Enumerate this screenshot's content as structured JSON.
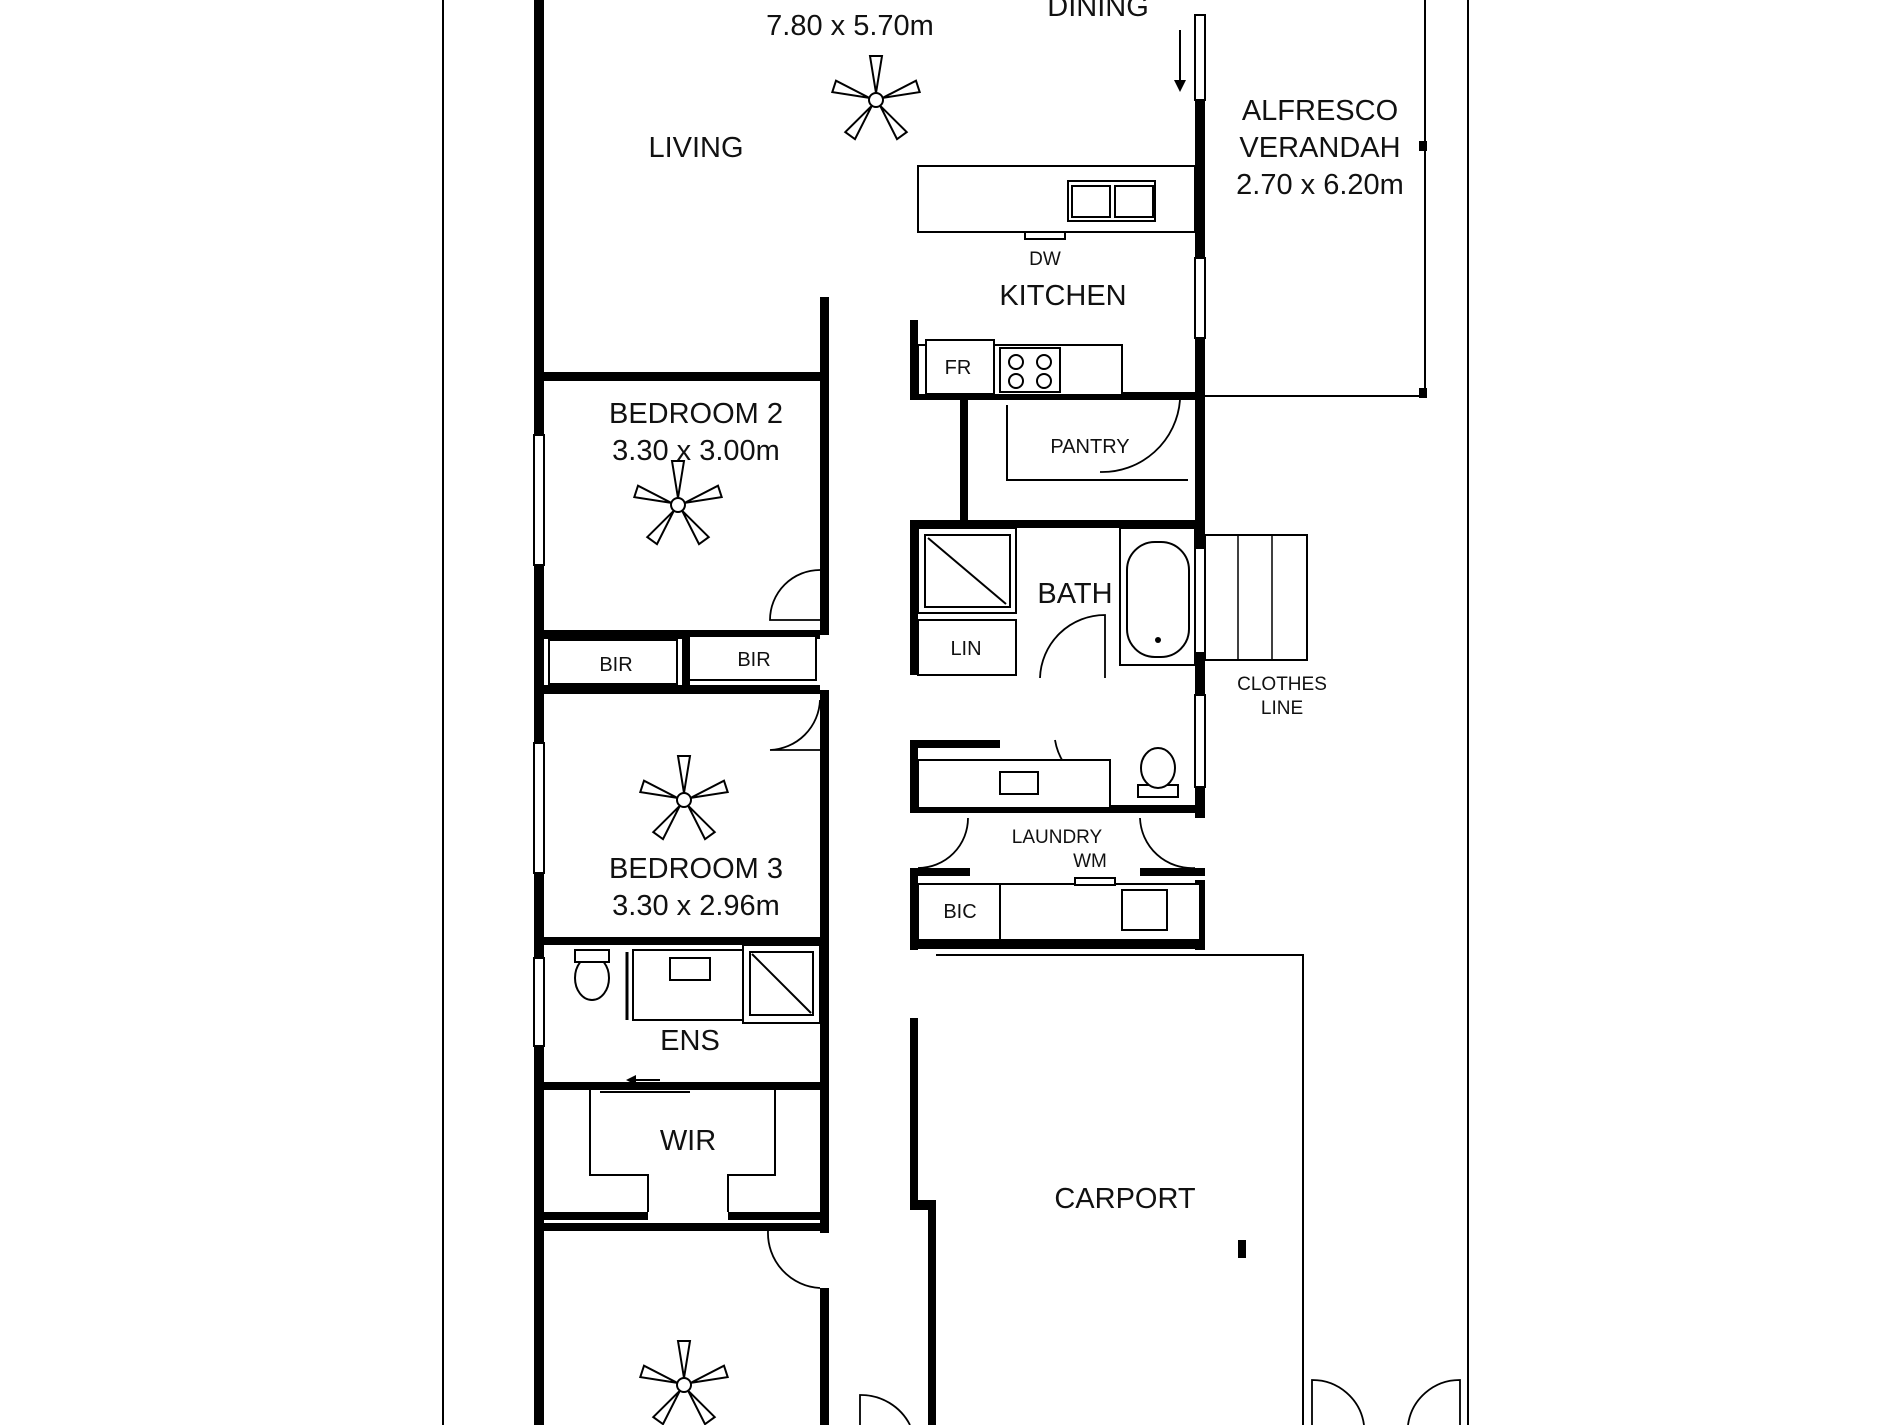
{
  "rooms": {
    "living_dining": {
      "dims": "7.80 x 5.70m",
      "living": "LIVING",
      "dining": "DINING"
    },
    "alfresco": {
      "line1": "ALFRESCO",
      "line2": "VERANDAH",
      "dims": "2.70 x 6.20m"
    },
    "kitchen": {
      "label": "KITCHEN",
      "dw": "DW",
      "fr": "FR",
      "pantry": "PANTRY"
    },
    "bedroom2": {
      "label": "BEDROOM 2",
      "dims": "3.30 x 3.00m"
    },
    "bedroom3": {
      "label": "BEDROOM 3",
      "dims": "3.30 x 2.96m"
    },
    "bir1": "BIR",
    "bir2": "BIR",
    "bath": {
      "label": "BATH",
      "lin": "LIN"
    },
    "clothes_line": {
      "line1": "CLOTHES",
      "line2": "LINE"
    },
    "laundry": {
      "label": "LAUNDRY",
      "wm": "WM",
      "bic": "BIC"
    },
    "ensuite": "ENS",
    "wir": "WIR",
    "carport": "CARPORT"
  },
  "colors": {
    "wall": "#000000",
    "background": "#ffffff"
  }
}
